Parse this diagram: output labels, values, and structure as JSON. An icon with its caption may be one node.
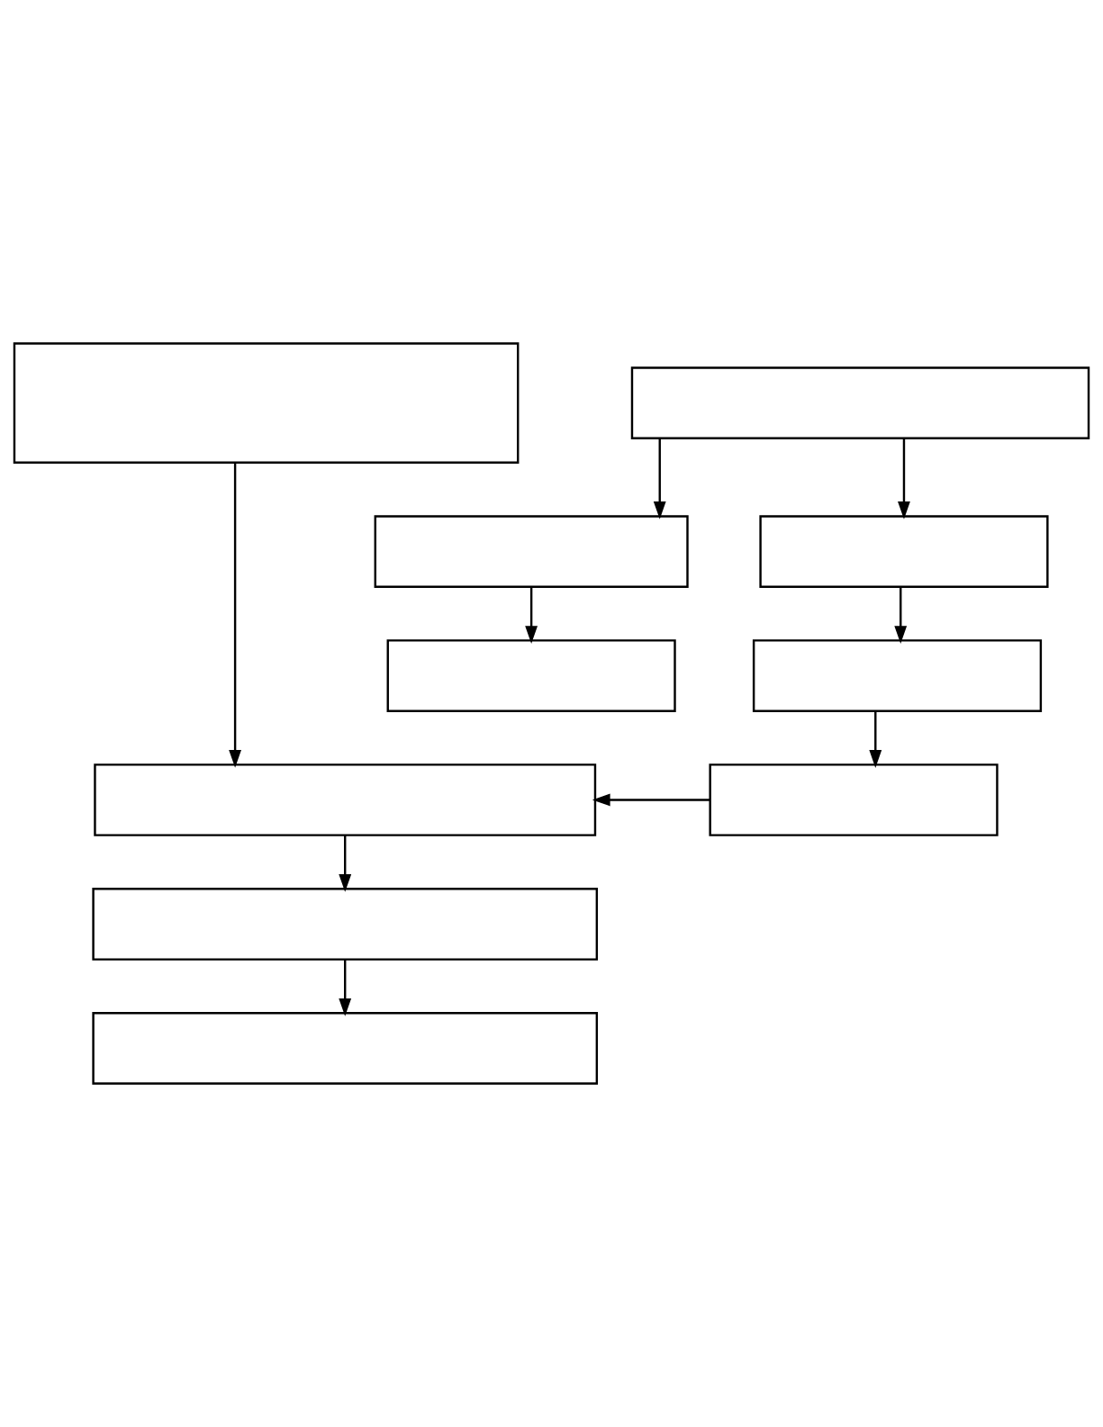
{
  "diagram": {
    "nodes": [
      {
        "text": [],
        "shape": "box"
      },
      {
        "text": [],
        "shape": "box"
      },
      {
        "text": [],
        "shape": "box"
      },
      {
        "text": [],
        "shape": "box"
      },
      {
        "text": [],
        "shape": "box"
      },
      {
        "text": [],
        "shape": "box"
      },
      {
        "text": [],
        "shape": "box"
      },
      {
        "text": [],
        "shape": "box"
      },
      {
        "text": [],
        "shape": "box"
      },
      {
        "text": [],
        "shape": "box"
      }
    ],
    "edges": [
      {
        "from": 0,
        "to": 2,
        "arrow": "to"
      },
      {
        "from": 0,
        "to": 3,
        "arrow": "to"
      },
      {
        "from": 2,
        "to": 4,
        "arrow": "to"
      },
      {
        "from": 3,
        "to": 5,
        "arrow": "to"
      },
      {
        "from": 5,
        "to": 7,
        "arrow": "to"
      },
      {
        "from": 7,
        "to": 6,
        "arrow": "to"
      },
      {
        "from": 1,
        "to": 6,
        "arrow": "to"
      },
      {
        "from": 6,
        "to": 8,
        "arrow": "to"
      },
      {
        "from": 8,
        "to": 9,
        "arrow": "to"
      }
    ]
  }
}
